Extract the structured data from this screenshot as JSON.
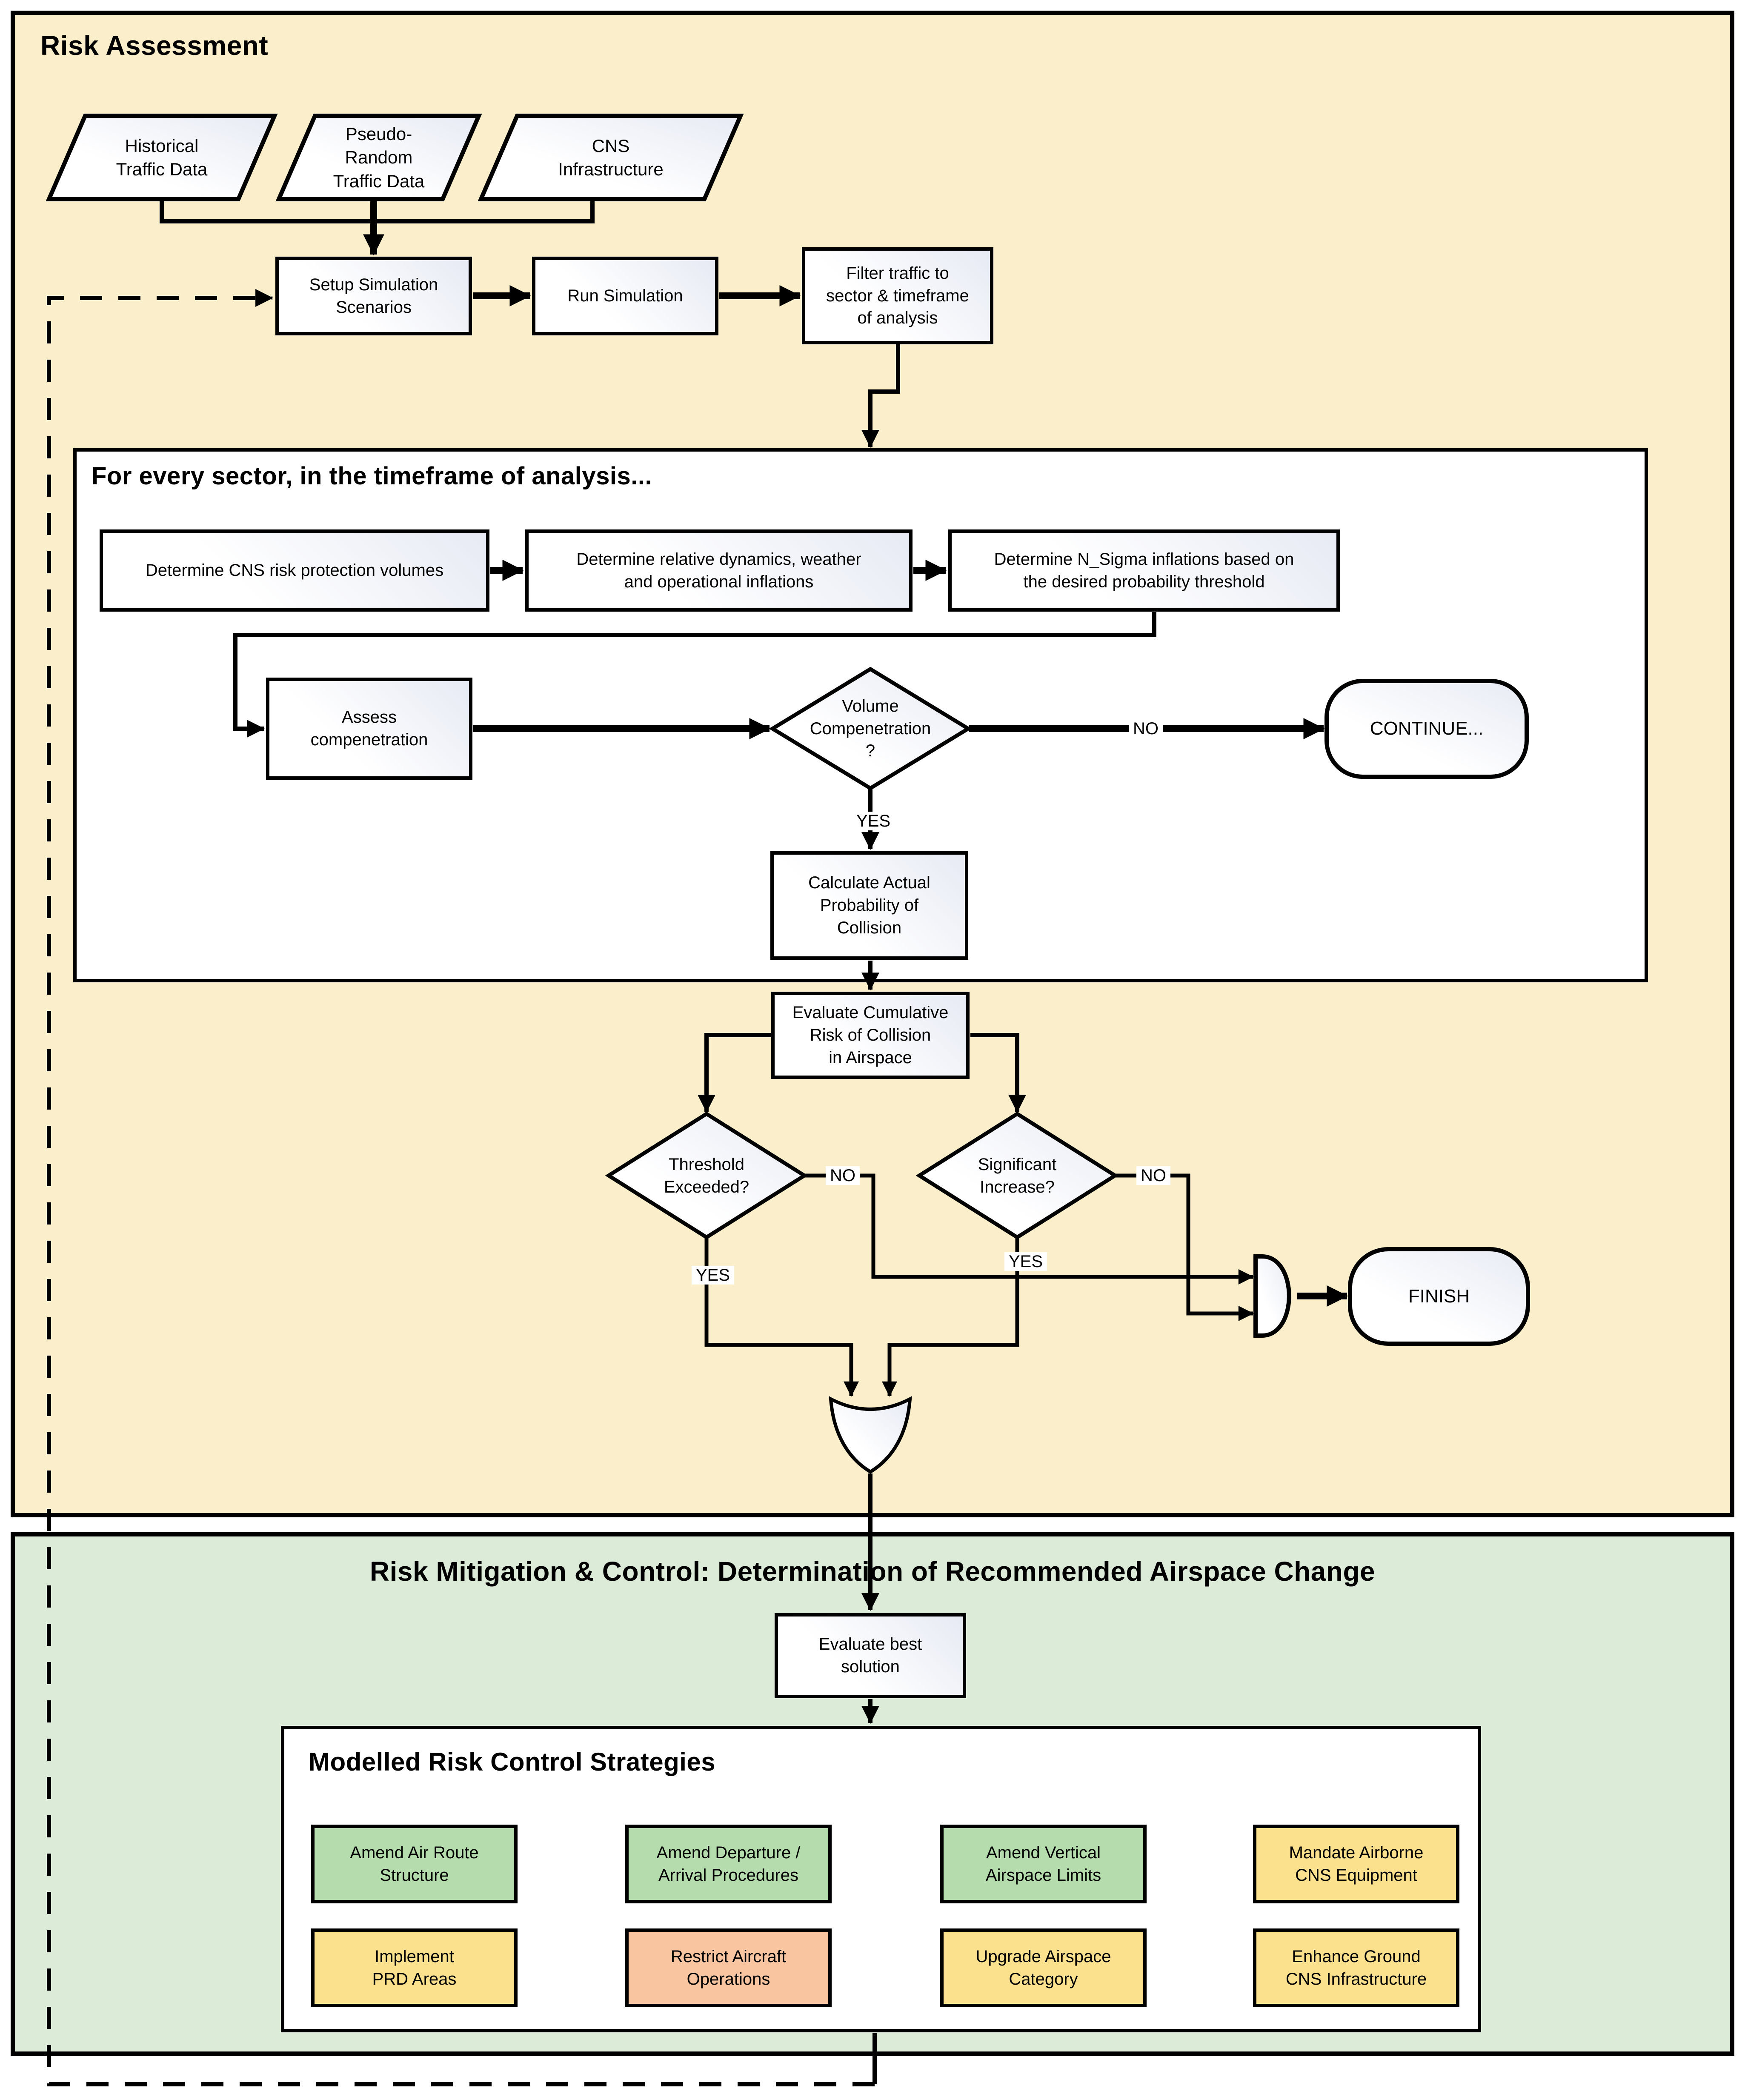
{
  "sections": {
    "risk_assessment": {
      "title": "Risk Assessment"
    },
    "loop": {
      "title": "For every sector, in the timeframe of analysis..."
    },
    "risk_mitigation": {
      "title": "Risk Mitigation & Control: Determination of Recommended Airspace Change"
    },
    "strategies_panel": {
      "title": "Modelled Risk Control Strategies"
    }
  },
  "nodes": {
    "historical_traffic_data": "Historical\nTraffic Data",
    "pseudo_random_traffic_data": "Pseudo-\nRandom\nTraffic Data",
    "cns_infrastructure": "CNS\nInfrastructure",
    "setup_simulation": "Setup Simulation\nScenarios",
    "run_simulation": "Run Simulation",
    "filter_traffic": "Filter traffic to\nsector & timeframe\nof analysis",
    "determine_cns_volumes": "Determine CNS risk protection volumes",
    "determine_dynamics": "Determine relative dynamics, weather\nand operational inflations",
    "determine_nsigma": "Determine N_Sigma inflations based on\nthe desired probability threshold",
    "assess_compenetration": "Assess\ncompenetration",
    "volume_compenetration": "Volume\nCompenetration\n?",
    "continue": "CONTINUE...",
    "calculate_probability": "Calculate Actual\nProbability of\nCollision",
    "evaluate_cumulative": "Evaluate Cumulative\nRisk of Collision\nin Airspace",
    "threshold_exceeded": "Threshold\nExceeded?",
    "significant_increase": "Significant\nIncrease?",
    "finish": "FINISH",
    "evaluate_best": "Evaluate best\nsolution"
  },
  "edge_labels": {
    "yes": "YES",
    "no": "NO"
  },
  "strategies": {
    "cells": [
      {
        "label": "Amend Air Route\nStructure",
        "color": "#B5DCAC"
      },
      {
        "label": "Amend Departure /\nArrival Procedures",
        "color": "#B5DCAC"
      },
      {
        "label": "Amend Vertical\nAirspace Limits",
        "color": "#B5DCAC"
      },
      {
        "label": "Mandate Airborne\nCNS Equipment",
        "color": "#FBE08D"
      },
      {
        "label": "Implement\nPRD Areas",
        "color": "#FBE08D"
      },
      {
        "label": "Restrict Aircraft\nOperations",
        "color": "#F8C5A0"
      },
      {
        "label": "Upgrade Airspace\nCategory",
        "color": "#FBE08D"
      },
      {
        "label": "Enhance Ground\nCNS Infrastructure",
        "color": "#FBE08D"
      }
    ]
  },
  "colors": {
    "section_yellow": "#FBEECA",
    "section_green": "#DCEBD8",
    "cell_green": "#B5DCAC",
    "cell_yellow": "#FBE08D",
    "cell_salmon": "#F8C5A0",
    "line": "#000000"
  }
}
